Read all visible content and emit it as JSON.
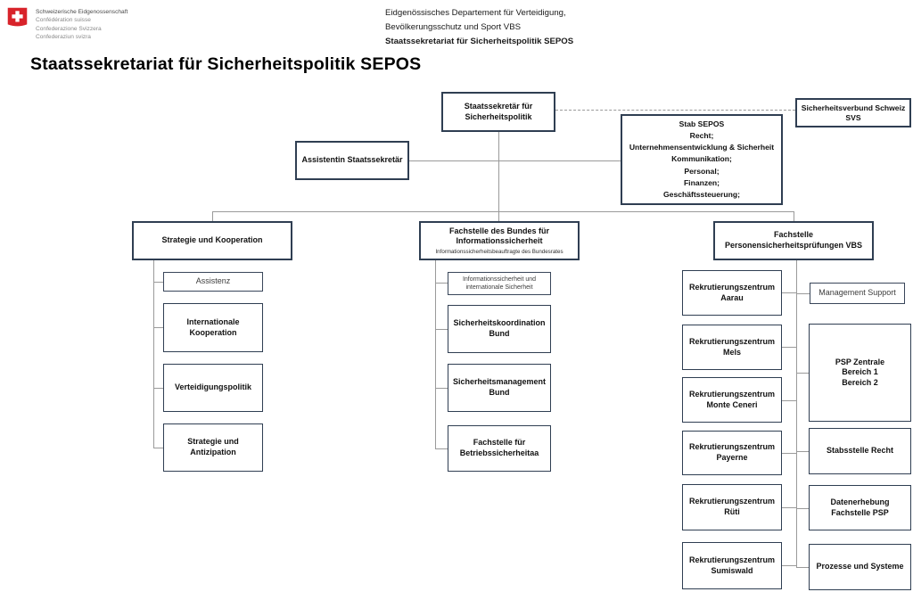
{
  "colors": {
    "box_border": "#2f3e52",
    "connector_gray": "#9a9a9a",
    "swiss_red": "#d8232a"
  },
  "header": {
    "logo_lines": [
      "Schweizerische Eidgenossenschaft",
      "Confédération suisse",
      "Confederazione Svizzera",
      "Confederaziun svizra"
    ],
    "department_line1": "Eidgenössisches Departement für Verteidigung,",
    "department_line2": "Bevölkerungsschutz und Sport VBS",
    "department_line3": "Staatssekretariat für Sicherheitspolitik SEPOS"
  },
  "page_title": "Staatssekretariat für Sicherheitspolitik SEPOS",
  "org": {
    "staatssekretaer": "Staatssekretär für\nSicherheitspolitik",
    "svs": "Sicherheitsverbund Schweiz\nSVS",
    "stab": "Stab SEPOS\nRecht;\nUnternehmensentwicklung & Sicherheit\nKommunikation;\nPersonal;\nFinanzen;\nGeschäftssteuerung;",
    "assistentin": "Assistentin Staatssekretär",
    "div_strategie": "Strategie und Kooperation",
    "div_infosec_title": "Fachstelle des Bundes für\nInformationssicherheit",
    "div_infosec_caption": "Informationssicherheitsbeauftragte des Bundesrates",
    "div_psp": "Fachstelle\nPersonensicherheitsprüfungen VBS",
    "left_items": [
      "Assistenz",
      "Internationale\nKooperation",
      "Verteidigungspolitik",
      "Strategie und\nAntizipation"
    ],
    "center_items": [
      "Informationssicherheit und\ninternationale Sicherheit",
      "Sicherheitskoordination\nBund",
      "Sicherheitsmanagement\nBund",
      "Fachstelle für\nBetriebssicherheitaa"
    ],
    "rz_items": [
      "Rekrutierungszentrum\nAarau",
      "Rekrutierungszentrum\nMels",
      "Rekrutierungszentrum\nMonte Ceneri",
      "Rekrutierungszentrum\nPayerne",
      "Rekrutierungszentrum\nRüti",
      "Rekrutierungszentrum\nSumiswald"
    ],
    "psp_items": [
      "Management Support",
      "PSP Zentrale\nBereich 1\nBereich 2",
      "Stabsstelle Recht",
      "Datenerhebung\nFachstelle PSP",
      "Prozesse und Systeme"
    ]
  }
}
